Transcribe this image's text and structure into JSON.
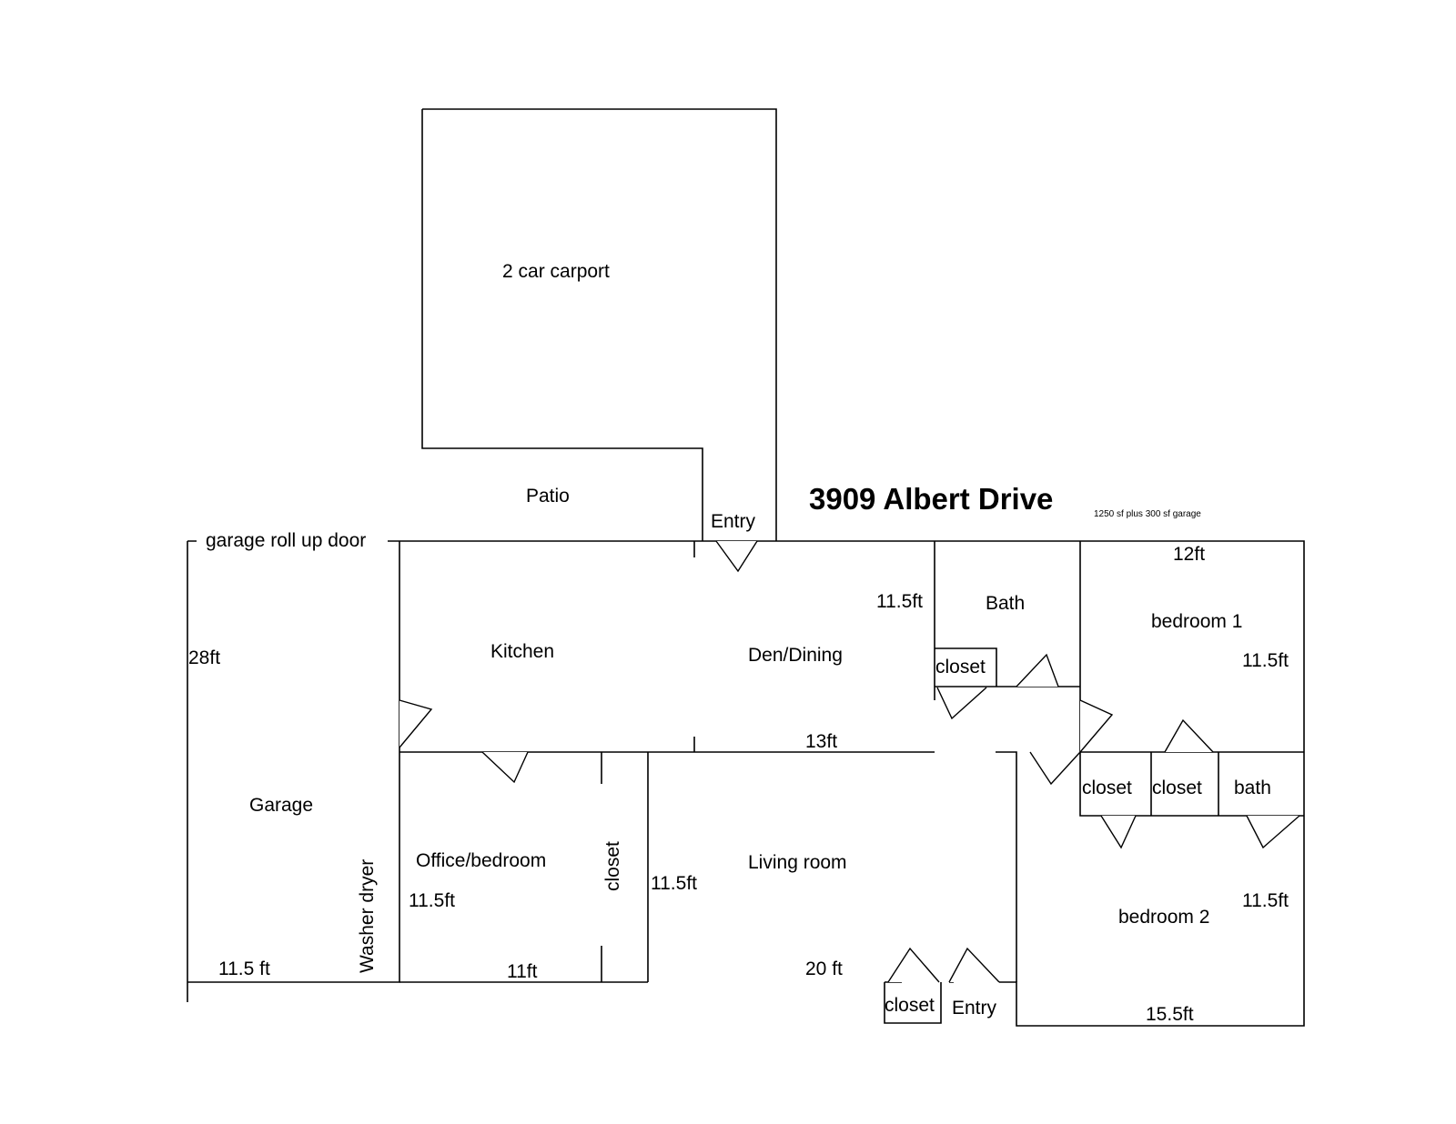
{
  "title": "3909 Albert Drive",
  "subtitle": "1250 sf plus 300 sf garage",
  "rooms": {
    "carport": "2 car carport",
    "patio": "Patio",
    "entry_top": "Entry",
    "garage_door": "garage roll up door",
    "garage": "Garage",
    "washer_dryer": "Washer dryer",
    "kitchen": "Kitchen",
    "den_dining": "Den/Dining",
    "bath": "Bath",
    "bedroom1": "bedroom 1",
    "bedroom2": "bedroom 2",
    "office": "Office/bedroom",
    "living": "Living room",
    "entry_bottom": "Entry",
    "bath_small": "bath"
  },
  "closets": {
    "bath_closet": "closet",
    "office_closet": "closet",
    "bedroom_closet_1": "closet",
    "bedroom_closet_2": "closet",
    "entry_closet": "closet"
  },
  "dimensions": {
    "garage_depth": "28ft",
    "garage_width": "11.5 ft",
    "den_height": "11.5ft",
    "den_width": "13ft",
    "bed1_width": "12ft",
    "bed1_height": "11.5ft",
    "office_height": "11.5ft",
    "office_width": "11ft",
    "living_height": "11.5ft",
    "living_width": "20 ft",
    "bed2_height": "11.5ft",
    "bed2_width": "15.5ft"
  }
}
